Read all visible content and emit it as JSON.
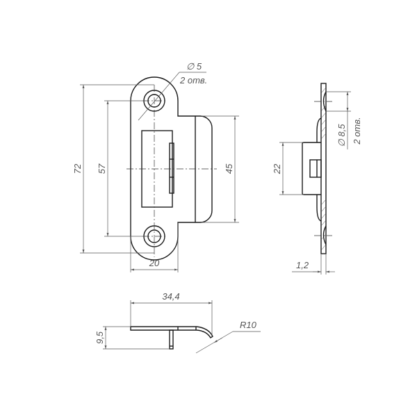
{
  "front_view": {
    "dims": {
      "overall_height": "72",
      "hole_spacing": "57",
      "lobe_height": "45",
      "plate_width": "20",
      "hole_diameter": "∅ 5",
      "hole_count": "2 отв."
    }
  },
  "side_view": {
    "dims": {
      "box_height": "22",
      "countersink_diameter": "∅ 8,5",
      "hole_count": "2 отв.",
      "thickness": "1,2"
    }
  },
  "bottom_view": {
    "dims": {
      "overall_length": "34,4",
      "leg_height": "9,5",
      "bend_radius": "R10"
    }
  },
  "colors": {
    "line": "#1a1a1a",
    "dimension": "#555555",
    "background": "#ffffff"
  }
}
